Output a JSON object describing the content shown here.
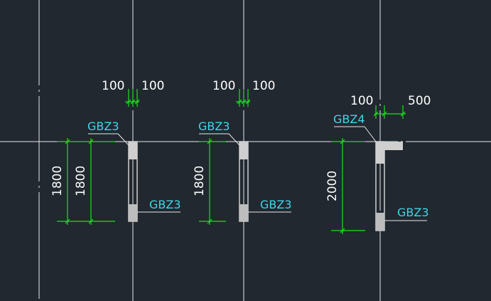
{
  "colors": {
    "background": "#212830",
    "axis_line": "#e8e8e8",
    "dimension_line": "#19e31b",
    "tag_text": "#3fd6e8",
    "dimension_text": "#ffffff",
    "wall_fill": "#cfcfcf",
    "column_fill": "#bdbdbd"
  },
  "detail_1": {
    "top_dim_left": "100",
    "top_dim_right": "100",
    "tag_top": "GBZ3",
    "tag_bottom": "GBZ3",
    "dim_outer": "1800",
    "dim_inner": "1800"
  },
  "detail_2": {
    "top_dim_left": "100",
    "top_dim_right": "100",
    "tag_top": "GBZ3",
    "tag_bottom": "GBZ3",
    "dim_vertical": "1800"
  },
  "detail_3": {
    "top_dim_left": "100",
    "top_dim_right": "500",
    "tag_top": "GBZ4",
    "tag_bottom": "GBZ3",
    "dim_vertical": "2000"
  }
}
